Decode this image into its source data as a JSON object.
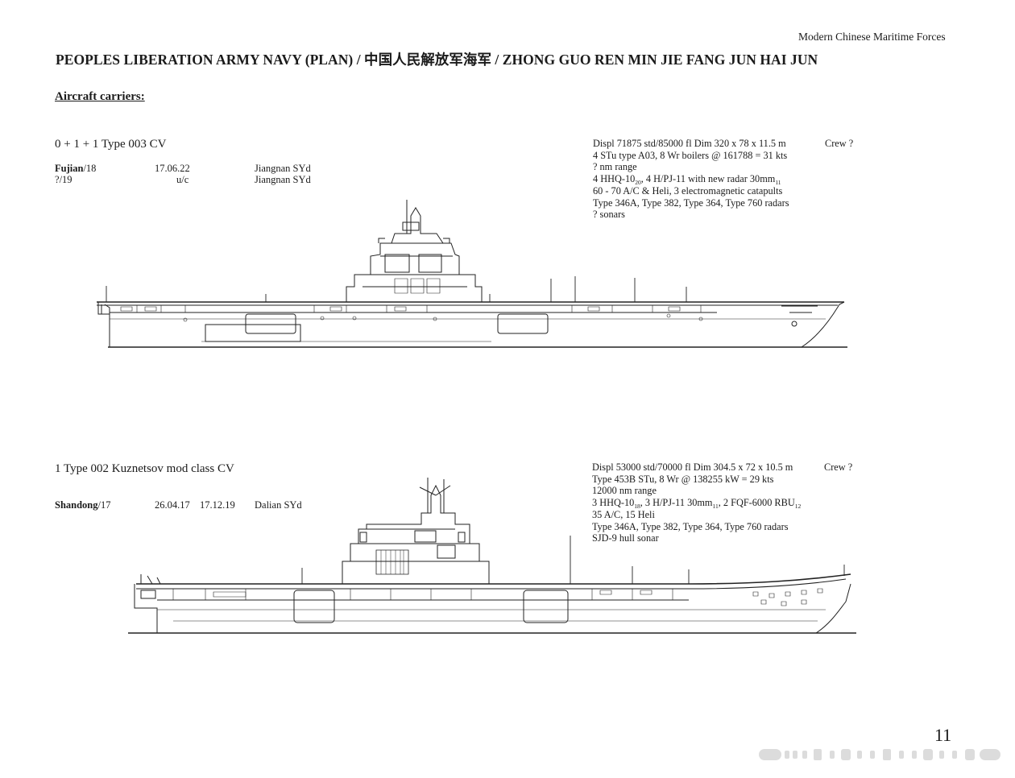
{
  "header": {
    "running_title": "Modern Chinese Maritime Forces",
    "page_title": "PEOPLES LIBERATION ARMY NAVY (PLAN) / 中国人民解放军海军 / ZHONG GUO REN MIN JIE FANG JUN HAI JUN"
  },
  "section_heading": "Aircraft carriers:",
  "classes": [
    {
      "heading": "0 + 1 + 1 Type 003 CV",
      "ships": [
        {
          "name": "Fujian",
          "pennant": "/18",
          "laid_down": "17.06.22",
          "commissioned": "",
          "builder": "Jiangnan SYd"
        },
        {
          "name": "?",
          "pennant": "/19",
          "laid_down": "u/c",
          "commissioned": "",
          "builder": "Jiangnan SYd"
        }
      ],
      "specs": {
        "line1": "Displ 71875 std/85000 fl     Dim 320 x 78 x 11.5 m",
        "crew": "Crew ?",
        "line2": "4 STu type A03, 8 Wr boilers @ 161788 = 31 kts",
        "line3": "? nm range",
        "line4_a": "4 HHQ-10",
        "line4_sub1": "20",
        "line4_b": ", 4 H/PJ-11 with new radar 30mm",
        "line4_sub2": "11",
        "line5": "60 - 70 A/C & Heli, 3 electromagnetic catapults",
        "line6": "Type 346A, Type 382, Type 364, Type 760 radars",
        "line7": "? sonars"
      }
    },
    {
      "heading": "1 Type 002 Kuznetsov mod class CV",
      "ships": [
        {
          "name": "Shandong",
          "pennant": "/17",
          "laid_down": "26.04.17",
          "commissioned": "17.12.19",
          "builder": "Dalian SYd"
        }
      ],
      "specs": {
        "line1": "Displ 53000 std/70000 fl     Dim 304.5 x 72 x 10.5 m",
        "crew": "Crew ?",
        "line2": "Type 453B STu, 8 Wr @ 138255 kW = 29 kts",
        "line3": "12000 nm range",
        "line4_a": "3 HHQ-10",
        "line4_sub1": "18",
        "line4_b": ", 3 H/PJ-11 30mm",
        "line4_sub2": "11",
        "line4_c": ", 2 FQF-6000 RBU",
        "line4_sub3": "12",
        "line5": "35 A/C, 15 Heli",
        "line6": "Type 346A, Type 382, Type 364, Type 760 radars",
        "line7": "SJD-9 hull sonar"
      }
    }
  ],
  "page_number": "11"
}
